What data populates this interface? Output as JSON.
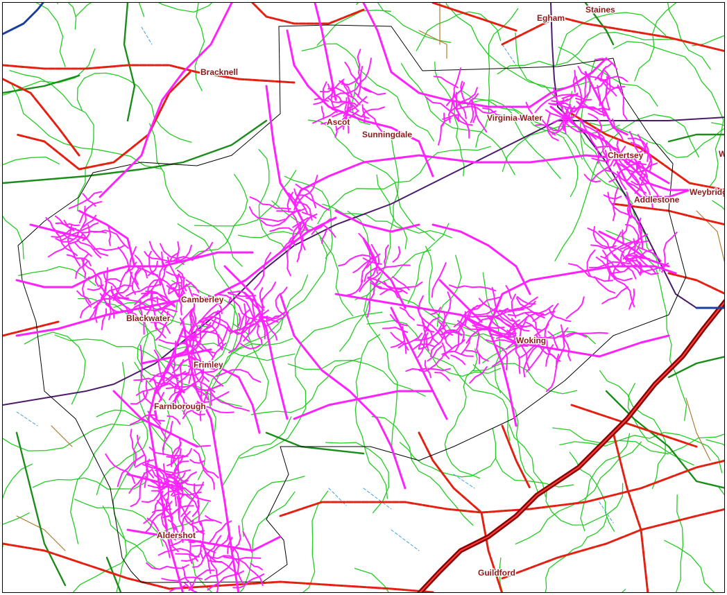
{
  "map": {
    "colors": {
      "background": "#ffffff",
      "boundary": "#000000",
      "coverage": "#ff22ff",
      "a_road": "#e32012",
      "b_road": "#1a8c1a",
      "minor_road": "#22cc22",
      "motorway": "#1a3fa0",
      "railway": "#4b1a6b",
      "track": "#b07a30",
      "footpath": "#3aa0e0",
      "dual_carriageway": "#8b0000"
    },
    "towns": [
      {
        "id": "bracknell",
        "name": "Bracknell"
      },
      {
        "id": "egham",
        "name": "Egham"
      },
      {
        "id": "staines",
        "name": "Staines"
      },
      {
        "id": "ascot",
        "name": "Ascot"
      },
      {
        "id": "sunningdale",
        "name": "Sunningdale"
      },
      {
        "id": "virginia-water",
        "name": "Virginia Water"
      },
      {
        "id": "chertsey",
        "name": "Chertsey"
      },
      {
        "id": "addlestone",
        "name": "Addlestone"
      },
      {
        "id": "weybridge",
        "name": "Weybridge"
      },
      {
        "id": "camberley",
        "name": "Camberley"
      },
      {
        "id": "blackwater",
        "name": "Blackwater"
      },
      {
        "id": "frimley",
        "name": "Frimley"
      },
      {
        "id": "woking",
        "name": "Woking"
      },
      {
        "id": "farnborough",
        "name": "Farnborough"
      },
      {
        "id": "aldershot",
        "name": "Aldershot"
      },
      {
        "id": "guildford",
        "name": "Guildford"
      },
      {
        "id": "w-edge",
        "name": "W"
      }
    ]
  }
}
